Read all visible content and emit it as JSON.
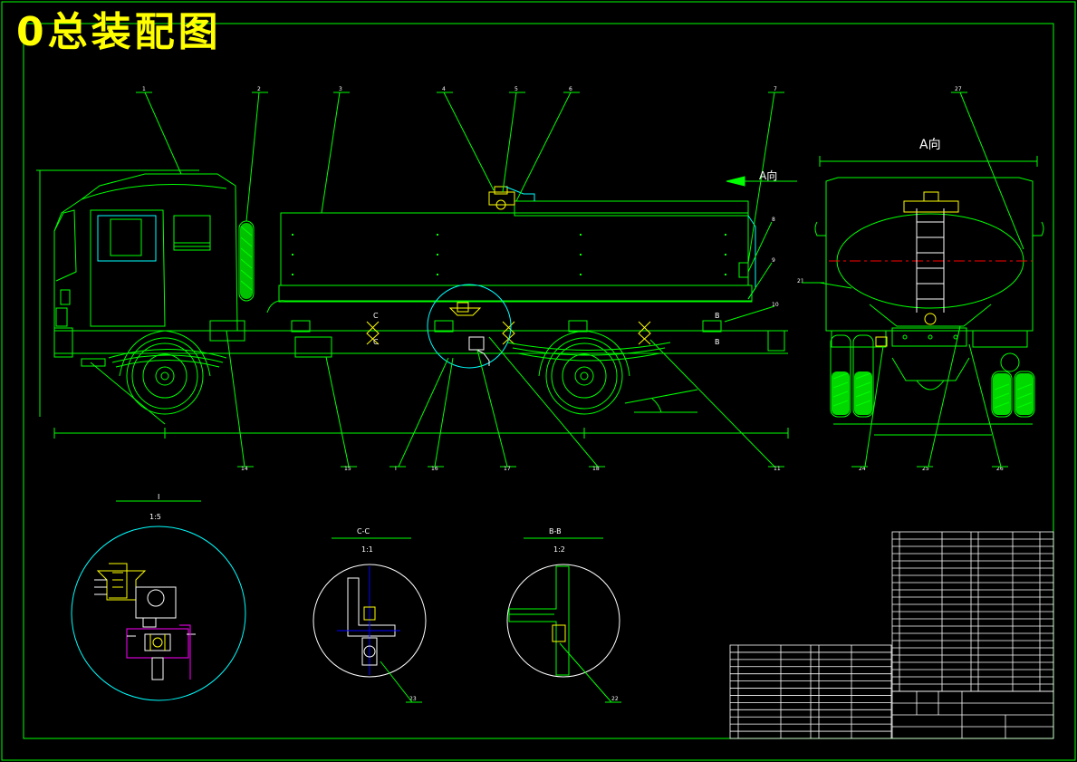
{
  "title": "0总装配图",
  "views": {
    "a_direction_label": "A向",
    "a_arrow_label": "A向",
    "detail_i_label": "I",
    "detail_i_scale": "1:5",
    "section_cc_label": "C-C",
    "section_cc_scale": "1:1",
    "section_bb_label": "B-B",
    "section_bb_scale": "1:2",
    "section_marks": [
      "C",
      "C",
      "B",
      "B"
    ]
  },
  "balloons_top": [
    "1",
    "2",
    "3",
    "4",
    "5",
    "6",
    "7",
    "8",
    "9",
    "10",
    "27",
    "21"
  ],
  "balloons_bottom": [
    "14",
    "15",
    "I",
    "16",
    "17",
    "18",
    "11",
    "22",
    "23",
    "24",
    "25",
    "26"
  ],
  "colors": {
    "frame": "#00ff00",
    "outline": "#00ff00",
    "cyan": "#00ffff",
    "yellow": "#ffff00",
    "white": "#ffffff",
    "red": "#ff0000",
    "magenta": "#ff00ff",
    "blue": "#0000ff",
    "background": "#000000"
  }
}
